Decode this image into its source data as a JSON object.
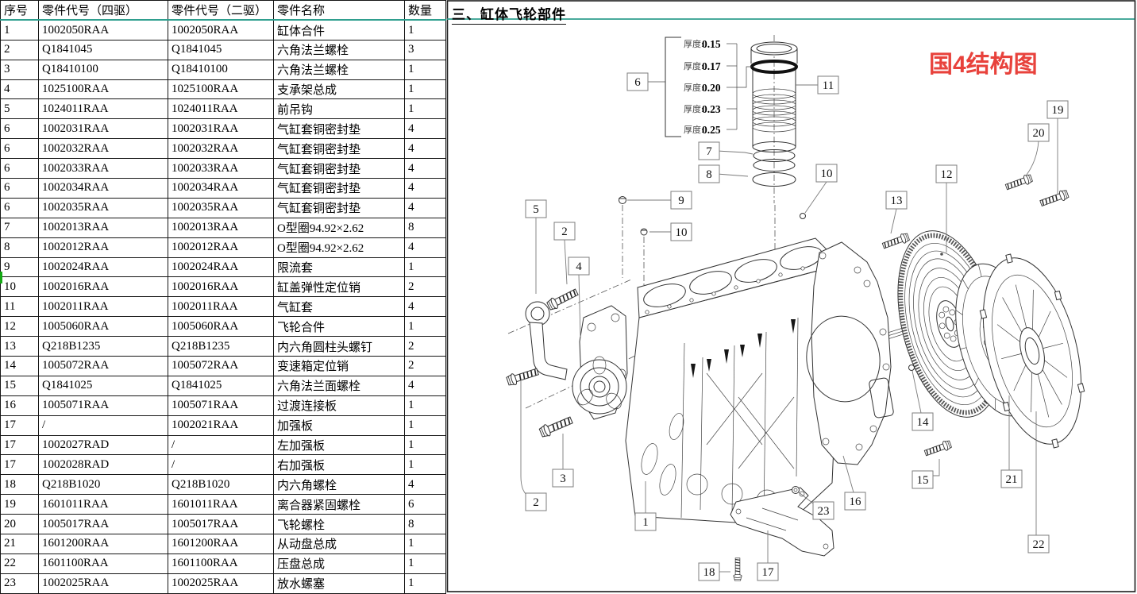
{
  "table": {
    "headers": [
      "序号",
      "零件代号（四驱）",
      "零件代号（二驱）",
      "零件名称",
      "数量"
    ],
    "rows": [
      [
        "1",
        "1002050RAA",
        "1002050RAA",
        "缸体合件",
        "1"
      ],
      [
        "2",
        "Q1841045",
        "Q1841045",
        "六角法兰螺栓",
        "3"
      ],
      [
        "3",
        "Q18410100",
        "Q18410100",
        "六角法兰螺栓",
        "1"
      ],
      [
        "4",
        "1025100RAA",
        "1025100RAA",
        "支承架总成",
        "1"
      ],
      [
        "5",
        "1024011RAA",
        "1024011RAA",
        "前吊钩",
        "1"
      ],
      [
        "6",
        "1002031RAA",
        "1002031RAA",
        "气缸套铜密封垫",
        "4"
      ],
      [
        "6",
        "1002032RAA",
        "1002032RAA",
        "气缸套铜密封垫",
        "4"
      ],
      [
        "6",
        "1002033RAA",
        "1002033RAA",
        "气缸套铜密封垫",
        "4"
      ],
      [
        "6",
        "1002034RAA",
        "1002034RAA",
        "气缸套铜密封垫",
        "4"
      ],
      [
        "6",
        "1002035RAA",
        "1002035RAA",
        "气缸套铜密封垫",
        "4"
      ],
      [
        "7",
        "1002013RAA",
        "1002013RAA",
        "O型圈94.92×2.62",
        "8"
      ],
      [
        "8",
        "1002012RAA",
        "1002012RAA",
        "O型圈94.92×2.62",
        "4"
      ],
      [
        "9",
        "1002024RAA",
        "1002024RAA",
        "限流套",
        "1"
      ],
      [
        "10",
        "1002016RAA",
        "1002016RAA",
        "缸盖弹性定位销",
        "2"
      ],
      [
        "11",
        "1002011RAA",
        "1002011RAA",
        "气缸套",
        "4"
      ],
      [
        "12",
        "1005060RAA",
        "1005060RAA",
        "飞轮合件",
        "1"
      ],
      [
        "13",
        "Q218B1235",
        "Q218B1235",
        "内六角圆柱头螺钉",
        "2"
      ],
      [
        "14",
        "1005072RAA",
        "1005072RAA",
        "变速箱定位销",
        "2"
      ],
      [
        "15",
        "Q1841025",
        "Q1841025",
        "六角法兰面螺栓",
        "4"
      ],
      [
        "16",
        "1005071RAA",
        "1005071RAA",
        "过渡连接板",
        "1"
      ],
      [
        "17",
        "/",
        "1002021RAA",
        "加强板",
        "1"
      ],
      [
        "17",
        "1002027RAD",
        "/",
        "左加强板",
        "1"
      ],
      [
        "17",
        "1002028RAD",
        "/",
        "右加强板",
        "1"
      ],
      [
        "18",
        "Q218B1020",
        "Q218B1020",
        "内六角螺栓",
        "4"
      ],
      [
        "19",
        "1601011RAA",
        "1601011RAA",
        "离合器紧固螺栓",
        "6"
      ],
      [
        "20",
        "1005017RAA",
        "1005017RAA",
        "飞轮螺栓",
        "8"
      ],
      [
        "21",
        "1601200RAA",
        "1601200RAA",
        "从动盘总成",
        "1"
      ],
      [
        "22",
        "1601100RAA",
        "1601100RAA",
        "压盘总成",
        "1"
      ],
      [
        "23",
        "1002025RAA",
        "1002025RAA",
        "放水螺塞",
        "1"
      ]
    ]
  },
  "diagram": {
    "title": "三、缸体飞轮部件",
    "red_label": "国4结构图",
    "thickness_prefix": "厚度:",
    "thickness_values": [
      "0.15",
      "0.17",
      "0.20",
      "0.23",
      "0.25"
    ],
    "callout_numbers": [
      "6",
      "7",
      "8",
      "9",
      "10",
      "11",
      "10",
      "12",
      "13",
      "19",
      "20",
      "5",
      "2",
      "4",
      "3",
      "2",
      "1",
      "23",
      "18",
      "17",
      "16",
      "15",
      "14",
      "21",
      "22"
    ]
  },
  "colors": {
    "teal_line": "#2f9e8e",
    "red_label": "#e8423c",
    "green_indicator": "#13a913",
    "drawing_line": "#333333"
  }
}
